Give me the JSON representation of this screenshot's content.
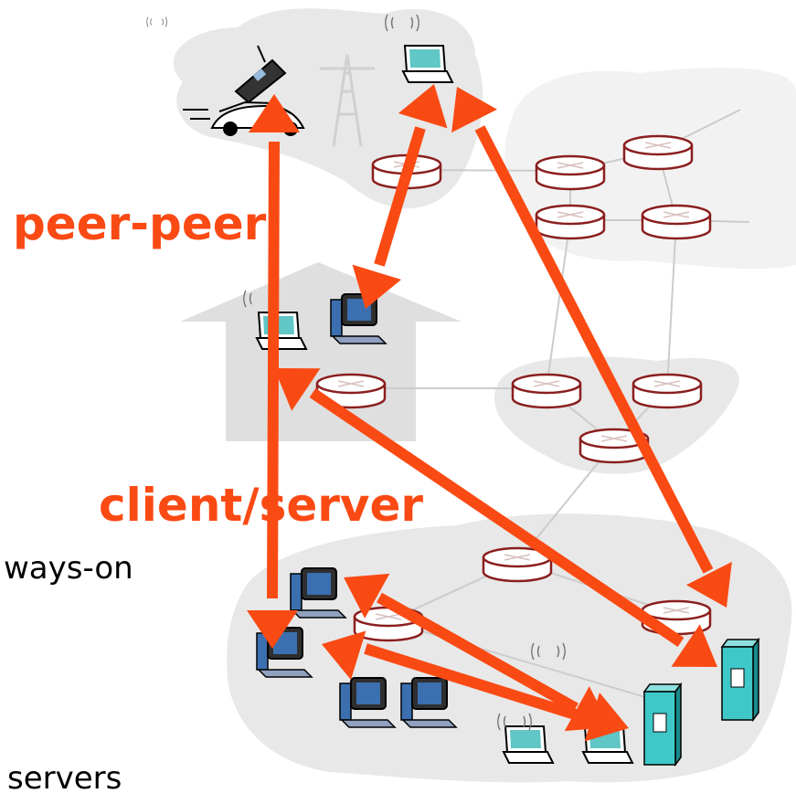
{
  "labels": {
    "peer_peer": "peer-peer",
    "client_server": "client/server",
    "always_on": "ways-on",
    "servers": "servers"
  },
  "colors": {
    "arrow": "#fa4a14",
    "label": "#fa4a14",
    "region": "#e8e8e8",
    "router_stroke": "#8b1e1e",
    "server_body": "#3fc8c8",
    "monitor": "#3b6fb0"
  }
}
